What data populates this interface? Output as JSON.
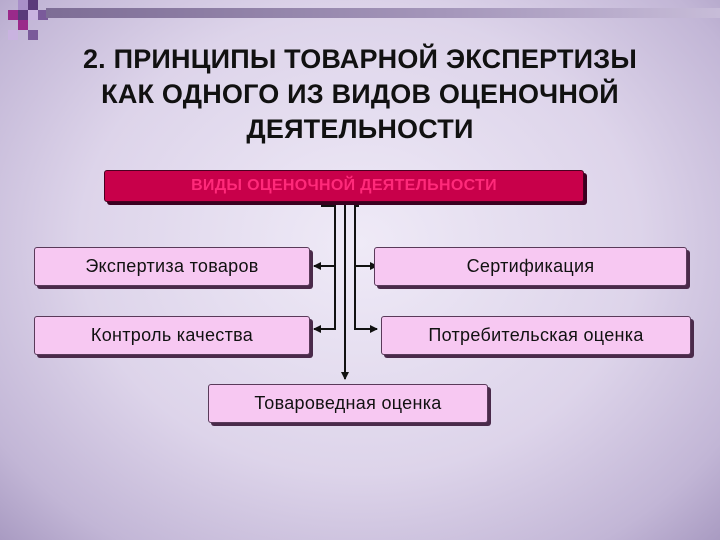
{
  "title": {
    "line1": "2. ПРИНЦИПЫ ТОВАРНОЙ ЭКСПЕРТИЗЫ",
    "line2": "КАК ОДНОГО ИЗ ВИДОВ ОЦЕНОЧНОЙ",
    "line3": "ДЕЯТЕЛЬНОСТИ"
  },
  "diagram": {
    "root": "ВИДЫ ОЦЕНОЧНОЙ ДЕЯТЕЛЬНОСТИ",
    "left": [
      "Экспертиза товаров",
      "Контроль качества"
    ],
    "right": [
      "Сертификация",
      "Потребительская оценка"
    ],
    "bottom": "Товароведная оценка"
  },
  "colors": {
    "box_fill": "#f7c8f2",
    "root_fill": "#c8004a",
    "root_text": "#ff2a7a",
    "background": "#ddd4ea"
  }
}
